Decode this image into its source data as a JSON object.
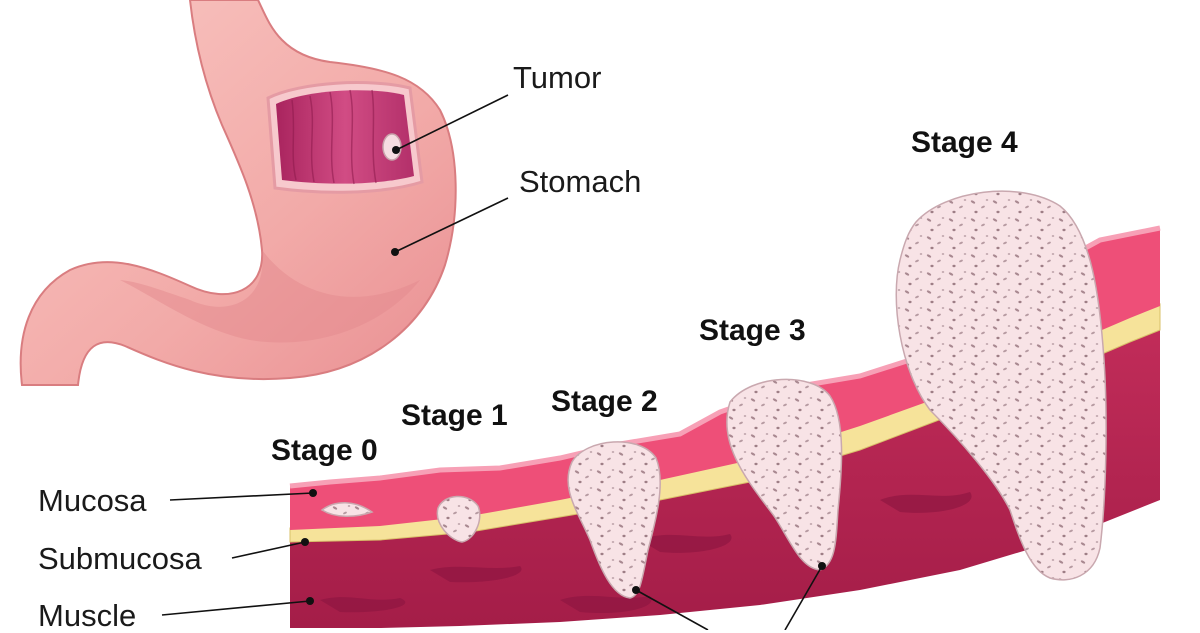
{
  "labels": {
    "tumor": "Tumor",
    "stomach": "Stomach",
    "mucosa": "Mucosa",
    "submucosa": "Submucosa",
    "muscle": "Muscle"
  },
  "stages": {
    "s0": "Stage 0",
    "s1": "Stage 1",
    "s2": "Stage 2",
    "s3": "Stage 3",
    "s4": "Stage 4"
  },
  "colors": {
    "stomach": "#f2aaa8",
    "stomach_shade": "#e4868a",
    "mucosa": "#ee4f78",
    "submucosa": "#f6e39a",
    "muscle": "#b52450",
    "muscle_dark": "#98173f",
    "tumor": "#f8e3e6",
    "tumor_spots": "#a98991",
    "interior": "#c43e78"
  }
}
